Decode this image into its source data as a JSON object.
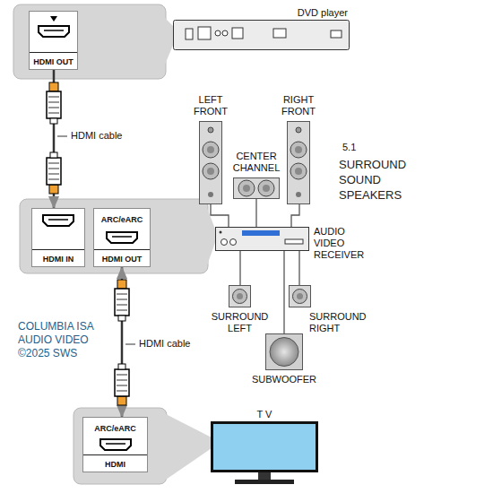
{
  "diagram": {
    "nodes": [
      {
        "text": [
          "DVD player"
        ]
      },
      {
        "text": [
          "HDMI OUT"
        ]
      },
      {
        "text": [
          "HDMI IN"
        ]
      },
      {
        "text": [
          "ARC/eARC",
          "HDMI OUT"
        ]
      },
      {
        "text": [
          "LEFT FRONT"
        ]
      },
      {
        "text": [
          "RIGHT FRONT"
        ]
      },
      {
        "text": [
          "CENTER CHANNEL"
        ]
      },
      {
        "text": [
          "AUDIO VIDEO RECEIVER"
        ]
      },
      {
        "text": [
          "SURROUND LEFT"
        ]
      },
      {
        "text": [
          "SURROUND RIGHT"
        ]
      },
      {
        "text": [
          "SUBWOOFER"
        ]
      },
      {
        "text": [
          "T V"
        ]
      },
      {
        "text": [
          "ARC/eARC",
          "HDMI"
        ]
      }
    ],
    "edges": [
      {
        "from": 1,
        "to": 2,
        "arrow": "to",
        "label": "HDMI cable"
      },
      {
        "from": 3,
        "to": 12,
        "arrow": "both",
        "label": "HDMI cable"
      },
      {
        "from": 4,
        "to": 7,
        "arrow": "none"
      },
      {
        "from": 6,
        "to": 7,
        "arrow": "none"
      },
      {
        "from": 5,
        "to": 7,
        "arrow": "none"
      },
      {
        "from": 7,
        "to": 8,
        "arrow": "none"
      },
      {
        "from": 7,
        "to": 10,
        "arrow": "none"
      },
      {
        "from": 7,
        "to": 9,
        "arrow": "none"
      }
    ],
    "labels": [
      "5.1",
      "SURROUND SOUND SPEAKERS",
      "COLUMBIA ISA AUDIO VIDEO ©2025 SWS"
    ]
  }
}
